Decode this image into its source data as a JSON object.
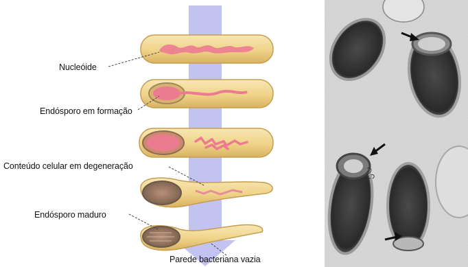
{
  "diagram": {
    "labels": {
      "nucleoid": "Nucleóide",
      "forming_endospore": "Endósporo em formação",
      "degenerating_content": "Conteúdo celular em degeneração",
      "mature_endospore": "Endósporo maduro",
      "empty_wall": "Parede bacteriana vazia"
    }
  },
  "colors": {
    "cell_fill": "#f1d890",
    "cell_stroke": "#c8a255",
    "dna": "#e9758f",
    "arrow": "#b9b8ee",
    "spore_coat": "#8d7a63",
    "micrograph_bg": "#d6d6d6"
  }
}
